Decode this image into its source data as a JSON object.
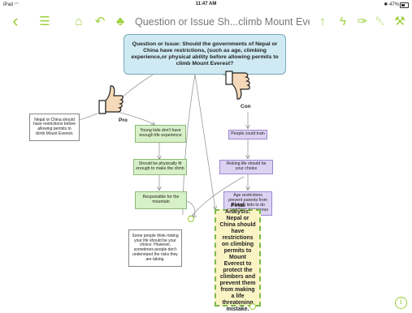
{
  "status_bar": {
    "device": "iPad",
    "wifi": "◠",
    "time": "11:47 AM",
    "bluetooth": "✱",
    "battery": "47%"
  },
  "toolbar": {
    "title": "Question or Issue Sh...climb Mount Everest?",
    "icons": {
      "back": "‹",
      "list": "☰",
      "home": "⌂",
      "undo": "↶",
      "people": "♣",
      "share": "↑",
      "lightning": "ϟ",
      "pen": "✑",
      "trash": "␡",
      "wrench": "⚒"
    }
  },
  "diagram": {
    "question": "Question or Issue: Should the governments of Nepal or China have restrictions, (such as age, climbing experience,or physical ability before allowing permits to climb Mount Everest?",
    "pro_label": "Pro",
    "con_label": "Con",
    "left_note": "Nepal or China should have restrictions before allowing permits to climb Mount Everest.",
    "pro": [
      "Young kids don't have enough life experience",
      "Should be physically fit enough to make the climb",
      "Responsible for the mountain"
    ],
    "con": [
      "People could train",
      "Risking life should be your choice",
      "Age restrictions prevent parents from pushing kids to do something dangerous"
    ],
    "counter_note": "Some people think risking your life should be your choice. However, sometimes people don't understand the risks they are taking.",
    "final": "Final Analysis: Nepal or China should have restrictions on climbing permits to Mount Everest to protect the climbers and prevent them from making a life threatening mistake."
  },
  "info_button": "i",
  "colors": {
    "accent": "#9ccf3a",
    "question_bg": "#cfeaf3",
    "pro_bg": "#d7f0c8",
    "con_bg": "#dcd3f3",
    "final_bg": "#faf3c4"
  }
}
